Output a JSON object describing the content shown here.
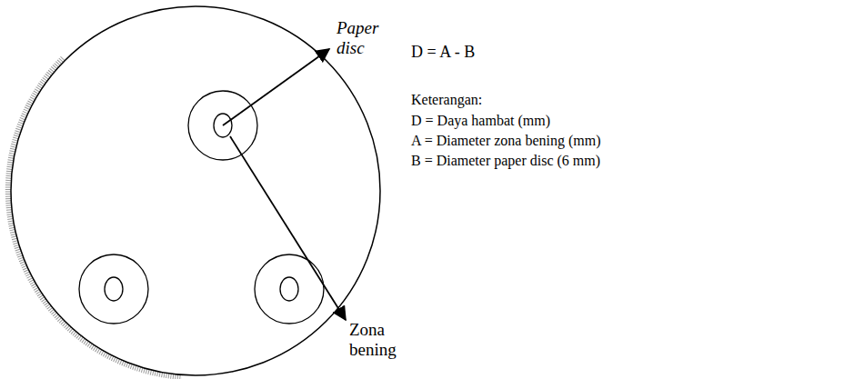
{
  "diagram": {
    "labels": [
      "Paper disc",
      "Zona bening",
      "D = A - B",
      "Keterangan:",
      "D = Daya hambat (mm)",
      "A = Diameter zona bening (mm)",
      "B = Diameter paper disc (6 mm)"
    ]
  }
}
